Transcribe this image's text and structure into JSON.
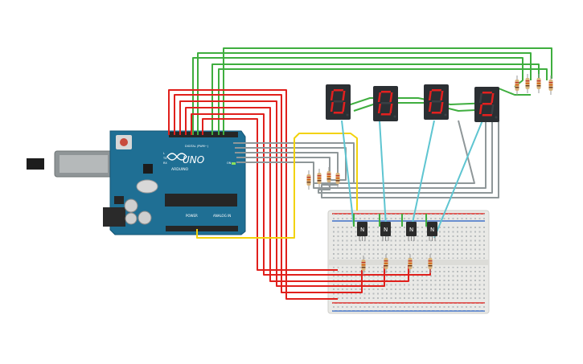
{
  "arduino": {
    "brand": "ARDUINO",
    "model": "UNO",
    "digital_label": "DIGITAL (PWM~)",
    "power_label": "POWER",
    "analog_label": "ANALOG IN",
    "tx_label": "TX",
    "rx_label": "RX",
    "l_label": "L",
    "on_label": "ON"
  },
  "displays": [
    {
      "digit": "0"
    },
    {
      "digit": "0"
    },
    {
      "digit": "0"
    },
    {
      "digit": "2"
    }
  ],
  "transistors": [
    {
      "label": "N"
    },
    {
      "label": "N"
    },
    {
      "label": "N"
    },
    {
      "label": "N"
    }
  ],
  "colors": {
    "wire_red": "#e0201c",
    "wire_green": "#3fae3f",
    "wire_gray": "#8f9799",
    "wire_yellow": "#f2d20b",
    "wire_cyan": "#5ec5d1",
    "board_blue": "#1f6f94",
    "segment_red": "#e3201f",
    "display_body": "#2b2f33"
  }
}
